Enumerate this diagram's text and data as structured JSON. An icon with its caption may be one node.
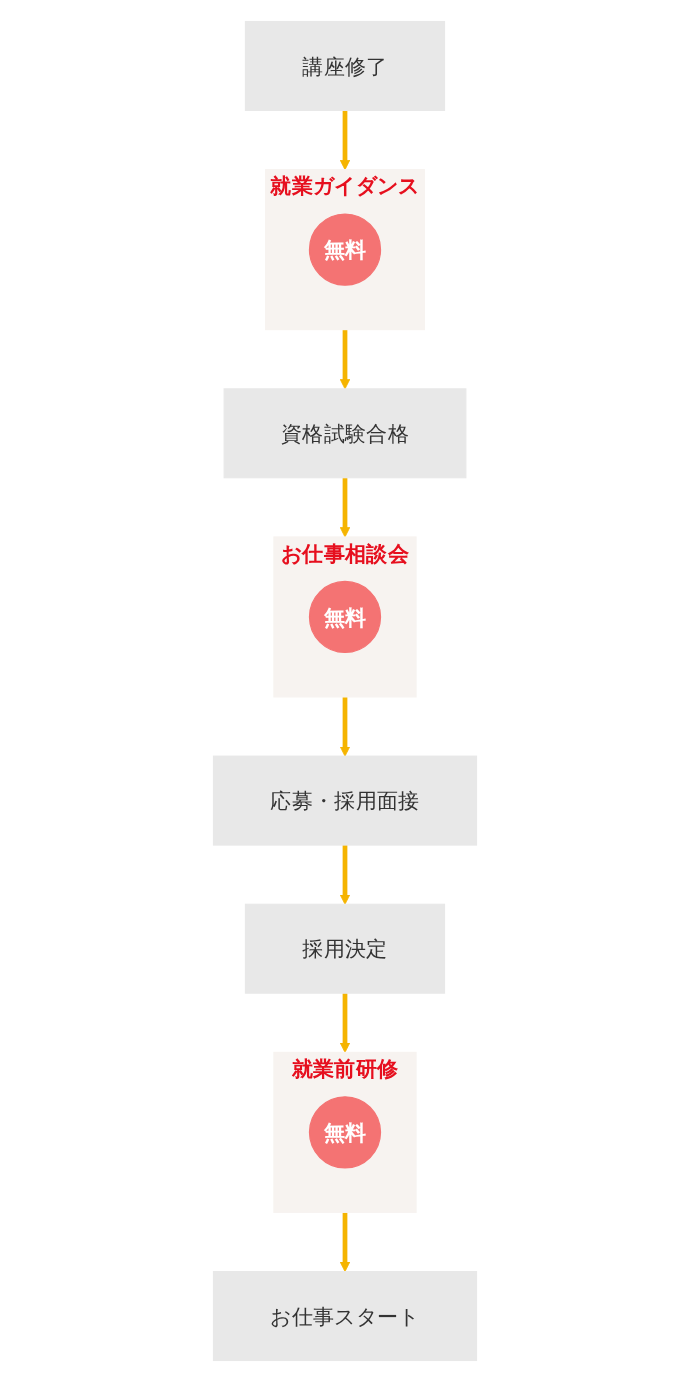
{
  "diagram": {
    "nodes": [
      {
        "text": [
          "講座修了"
        ]
      },
      {
        "text": [
          "就業ガイダンス"
        ]
      },
      {
        "text": [
          "無料"
        ],
        "in": 1
      },
      {
        "text": [
          "資格試験合格"
        ]
      },
      {
        "text": [
          "お仕事相談会"
        ]
      },
      {
        "text": [
          "無料"
        ],
        "in": 4
      },
      {
        "text": [
          "応募・採用面接"
        ]
      },
      {
        "text": [
          "採用決定"
        ]
      },
      {
        "text": [
          "就業前研修"
        ]
      },
      {
        "text": [
          "無料"
        ],
        "in": 8
      },
      {
        "text": [
          "お仕事スタート"
        ]
      }
    ],
    "edges": [
      {
        "from": 0,
        "to": 1,
        "arrow": "to"
      },
      {
        "from": 1,
        "to": 3,
        "arrow": "to"
      },
      {
        "from": 3,
        "to": 4,
        "arrow": "to"
      },
      {
        "from": 4,
        "to": 6,
        "arrow": "to"
      },
      {
        "from": 6,
        "to": 7,
        "arrow": "to"
      },
      {
        "from": 7,
        "to": 8,
        "arrow": "to"
      },
      {
        "from": 8,
        "to": 10,
        "arrow": "to"
      }
    ]
  }
}
